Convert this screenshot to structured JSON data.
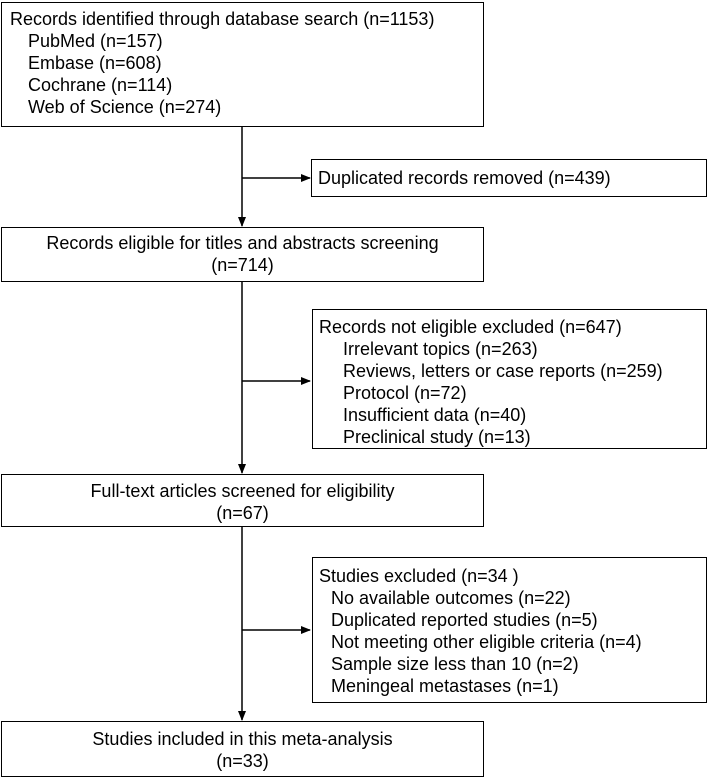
{
  "box_identified": {
    "title": "Records identified through database search (n=1153)",
    "items": [
      "PubMed (n=157)",
      "Embase (n=608)",
      "Cochrane (n=114)",
      "Web of Science (n=274)"
    ]
  },
  "box_duplicates": {
    "title": "Duplicated records removed (n=439)"
  },
  "box_eligible_screening": {
    "line1": "Records eligible for titles and abstracts screening",
    "line2": "(n=714)"
  },
  "box_not_eligible": {
    "title": "Records not eligible excluded (n=647)",
    "items": [
      "Irrelevant topics (n=263)",
      "Reviews, letters or case reports (n=259)",
      "Protocol (n=72)",
      "Insufficient data (n=40)",
      "Preclinical study (n=13)"
    ]
  },
  "box_fulltext": {
    "line1": "Full-text articles screened for eligibility",
    "line2": "(n=67)"
  },
  "box_studies_excluded": {
    "title": "Studies excluded (n=34 )",
    "items": [
      "No available outcomes (n=22)",
      "Duplicated reported studies (n=5)",
      "Not meeting other eligible criteria (n=4)",
      "Sample size less than 10 (n=2)",
      "Meningeal metastases  (n=1)"
    ]
  },
  "box_included": {
    "line1": "Studies included in this meta-analysis",
    "line2": "(n=33)"
  }
}
